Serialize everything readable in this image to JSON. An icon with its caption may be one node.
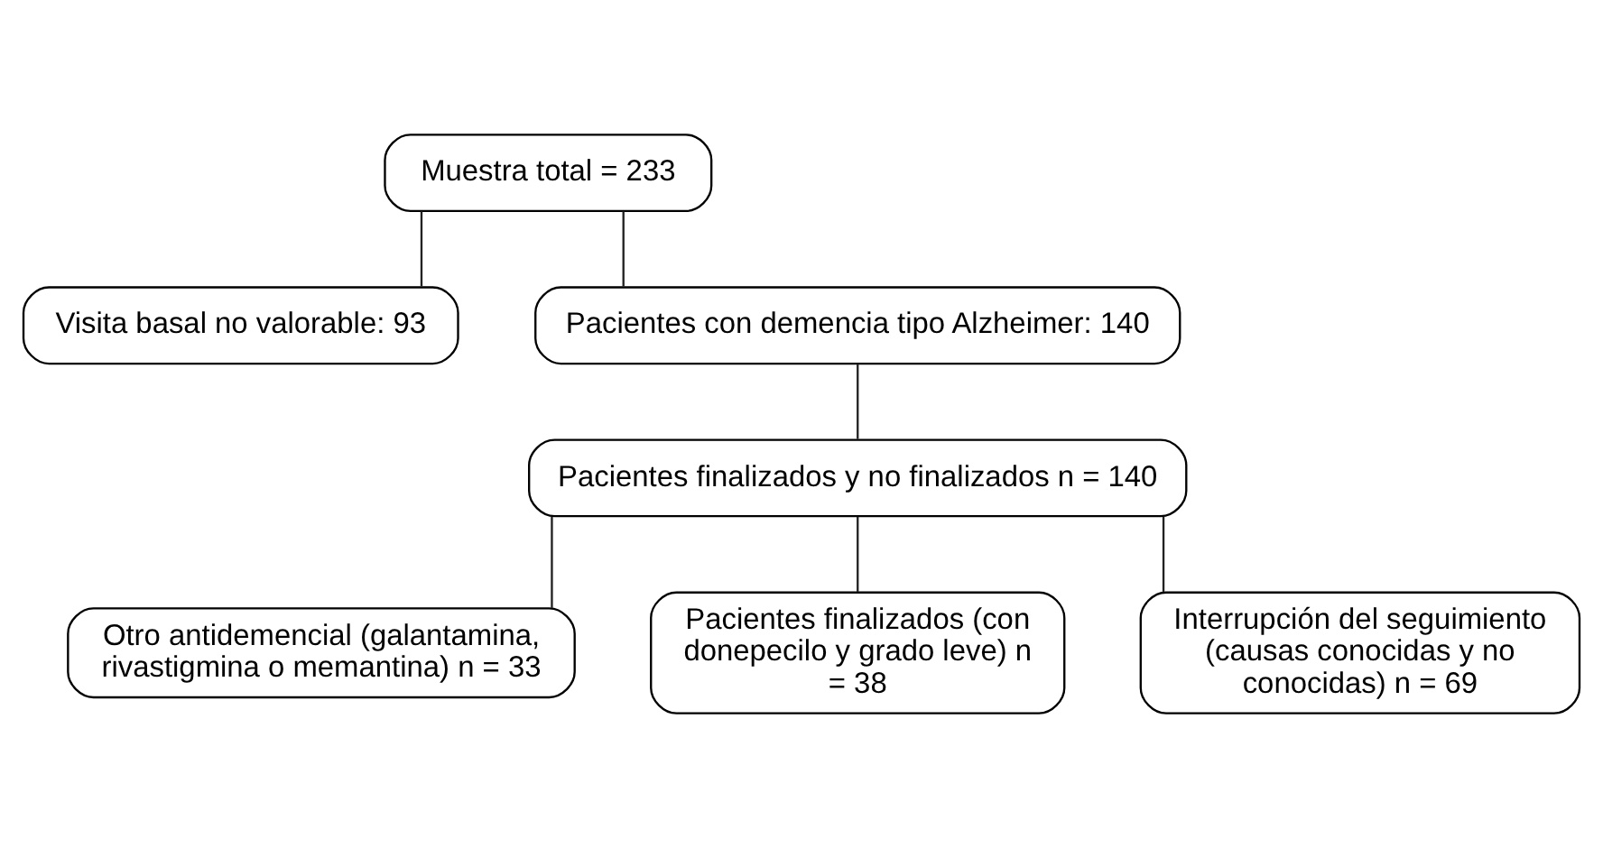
{
  "diagram": {
    "nodes": [
      {
        "text": [
          "Muestra total = 233"
        ]
      },
      {
        "text": [
          "Visita basal no valorable: 93"
        ]
      },
      {
        "text": [
          "Pacientes con demencia tipo Alzheimer: 140"
        ]
      },
      {
        "text": [
          "Pacientes finalizados y no finalizados n = 140"
        ]
      },
      {
        "text": [
          "Otro antidemencial (galantamina, rivastigmina o memantina) n = 33"
        ]
      },
      {
        "text": [
          "Pacientes finalizados (con donepecilo y grado leve) n = 38"
        ]
      },
      {
        "text": [
          "Interrupción del seguimiento (causas conocidas y no conocidas) n = 69"
        ]
      }
    ],
    "edges": [
      {
        "from": 0,
        "to": 1,
        "arrow": "none"
      },
      {
        "from": 0,
        "to": 2,
        "arrow": "none"
      },
      {
        "from": 2,
        "to": 3,
        "arrow": "none"
      },
      {
        "from": 3,
        "to": 4,
        "arrow": "none"
      },
      {
        "from": 3,
        "to": 5,
        "arrow": "none"
      },
      {
        "from": 3,
        "to": 6,
        "arrow": "none"
      }
    ]
  }
}
